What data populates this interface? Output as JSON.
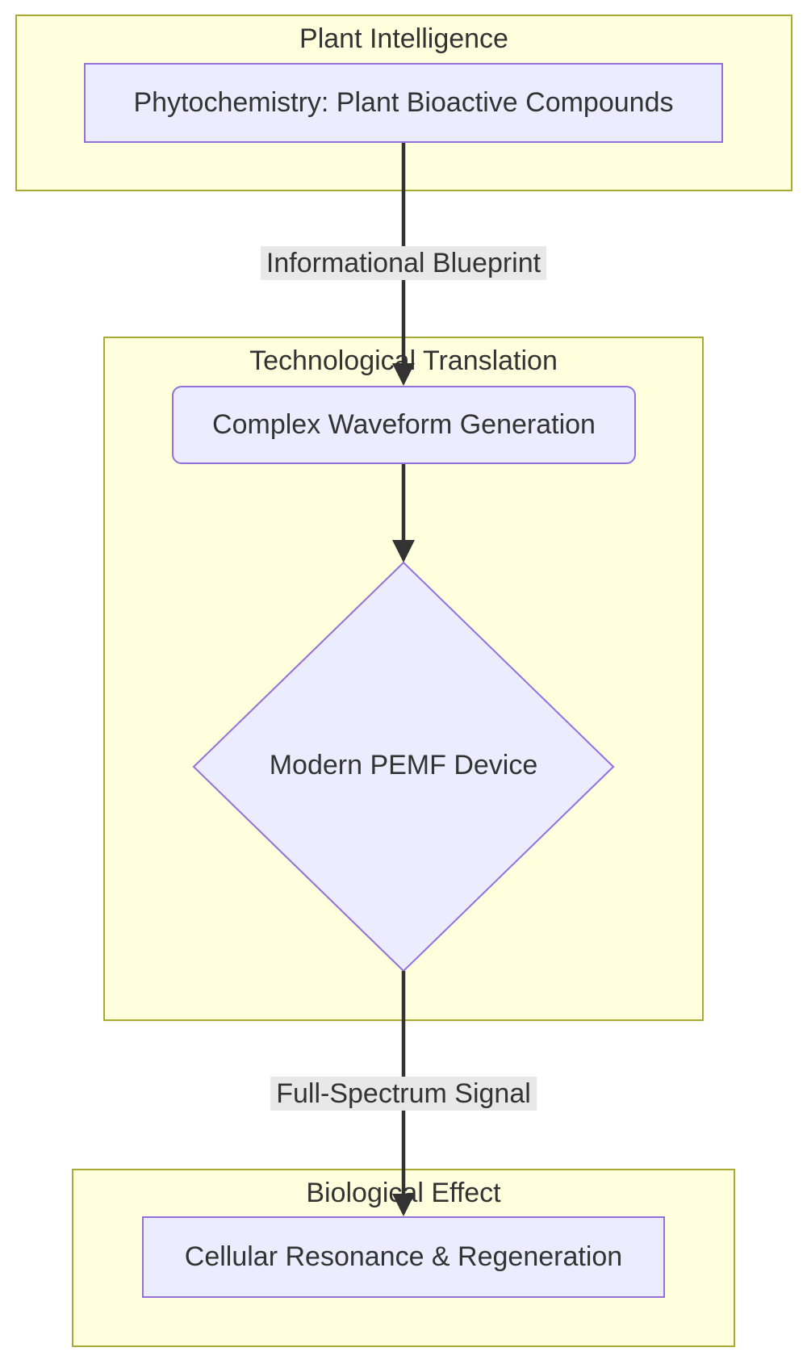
{
  "diagram": {
    "type": "flowchart-top-down",
    "clusters": [
      {
        "id": "plant-intelligence",
        "title": "Plant Intelligence"
      },
      {
        "id": "technological-translation",
        "title": "Technological Translation"
      },
      {
        "id": "biological-effect",
        "title": "Biological Effect"
      }
    ],
    "nodes": [
      {
        "id": "phytochemistry",
        "label": "Phytochemistry: Plant Bioactive Compounds",
        "shape": "rectangle",
        "cluster": "plant-intelligence"
      },
      {
        "id": "waveform",
        "label": "Complex Waveform Generation",
        "shape": "rounded-rectangle",
        "cluster": "technological-translation"
      },
      {
        "id": "pemf-device",
        "label": "Modern PEMF Device",
        "shape": "diamond",
        "cluster": "technological-translation"
      },
      {
        "id": "cellular-resonance",
        "label": "Cellular Resonance & Regeneration",
        "shape": "rectangle",
        "cluster": "biological-effect"
      }
    ],
    "edges": [
      {
        "from": "phytochemistry",
        "to": "waveform",
        "label": "Informational Blueprint"
      },
      {
        "from": "waveform",
        "to": "pemf-device"
      },
      {
        "from": "pemf-device",
        "to": "cellular-resonance",
        "label": "Full-Spectrum Signal"
      }
    ],
    "colors": {
      "cluster_fill": "#ffffde",
      "cluster_border": "#aaaa33",
      "node_fill": "#ececff",
      "node_border": "#9370db",
      "edge": "#333333",
      "edge_label_bg": "#e8e8e8",
      "text": "#333333",
      "background": "#ffffff"
    }
  }
}
